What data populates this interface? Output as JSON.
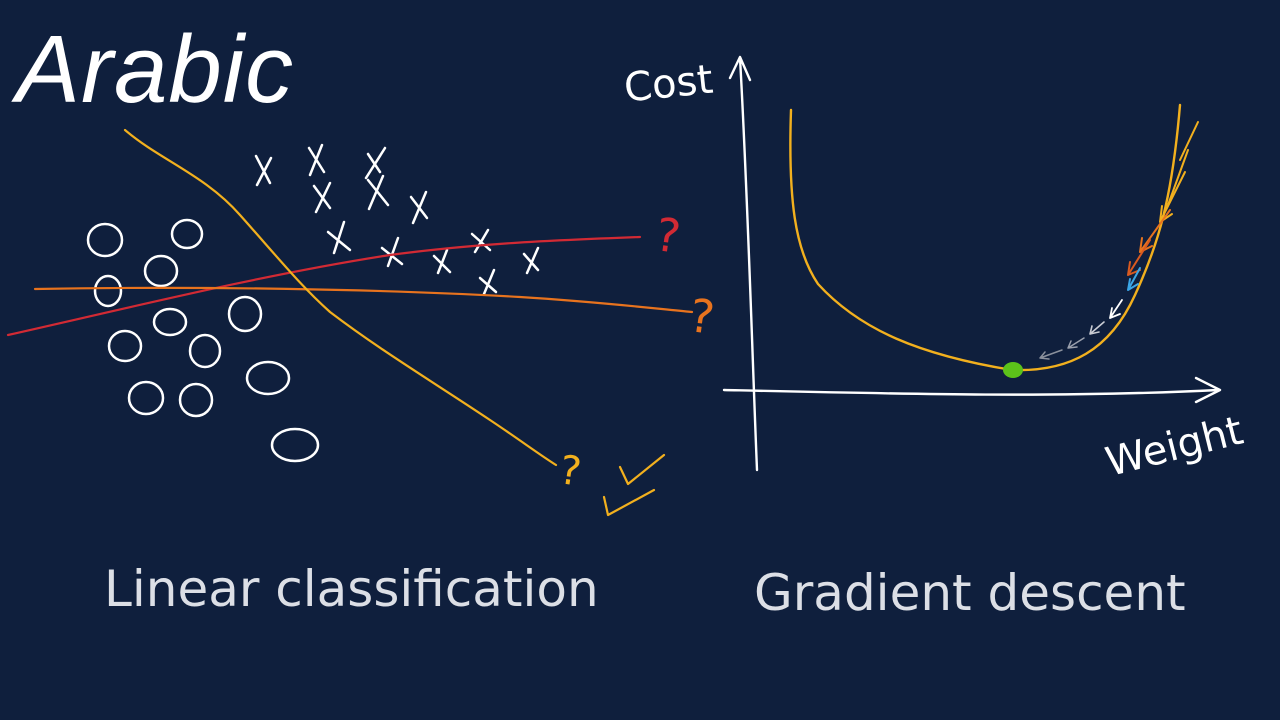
{
  "title": "Arabic",
  "left_panel": {
    "caption": "Linear classification",
    "question_marks": [
      "?",
      "?",
      "?"
    ]
  },
  "right_panel": {
    "caption": "Gradient descent",
    "y_axis_label": "Cost",
    "x_axis_label": "Weight"
  },
  "colors": {
    "background": "#0f1f3d",
    "ink": "#ffffff",
    "yellow_line": "#f2b01e",
    "red_line": "#d22a34",
    "orange_line": "#e8731e",
    "minimum_dot": "#5cc21a",
    "step_blue": "#3aa6e6"
  }
}
